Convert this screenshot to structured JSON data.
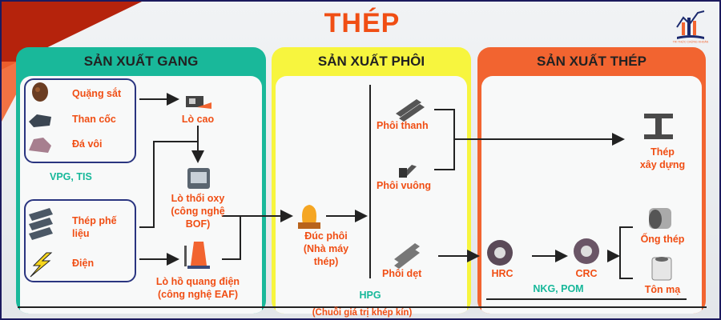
{
  "title": "THÉP",
  "logo": {
    "icon": "chart-book-logo",
    "text": "TRI THỨC CHỨNG KHOÁN"
  },
  "colors": {
    "accent": "#f04e14",
    "gang": "#19b89a",
    "phoi": "#f7f53e",
    "thep": "#f26430",
    "company": "#17b89a"
  },
  "sections": {
    "gang": {
      "header": "SẢN XUẤT GANG",
      "inputs_a": [
        "Quặng sắt",
        "Than cốc",
        "Đá vôi"
      ],
      "companies_a": "VPG, TIS",
      "inputs_b": [
        "Thép phế liệu",
        "Điện"
      ],
      "lo_cao": "Lò cao",
      "bof": [
        "Lò thổi oxy",
        "(công nghệ",
        "BOF)"
      ],
      "eaf": [
        "Lò hồ quang điện",
        "(công nghệ EAF)"
      ]
    },
    "phoi": {
      "header": "SẢN XUẤT PHÔI",
      "duc_phoi": [
        "Đúc phôi",
        "(Nhà máy",
        "thép)"
      ],
      "products": [
        "Phôi thanh",
        "Phôi vuông",
        "Phôi dẹt"
      ],
      "company": "HPG"
    },
    "thep": {
      "header": "SẢN XUẤT THÉP",
      "thep_xay_dung": [
        "Thép",
        "xây dựng"
      ],
      "hrc": "HRC",
      "crc": "CRC",
      "ong_thep": "Ống thép",
      "ton_ma": "Tôn mạ",
      "companies": "NKG, POM"
    }
  },
  "footer": "(Chuỗi giá trị khép kín)"
}
